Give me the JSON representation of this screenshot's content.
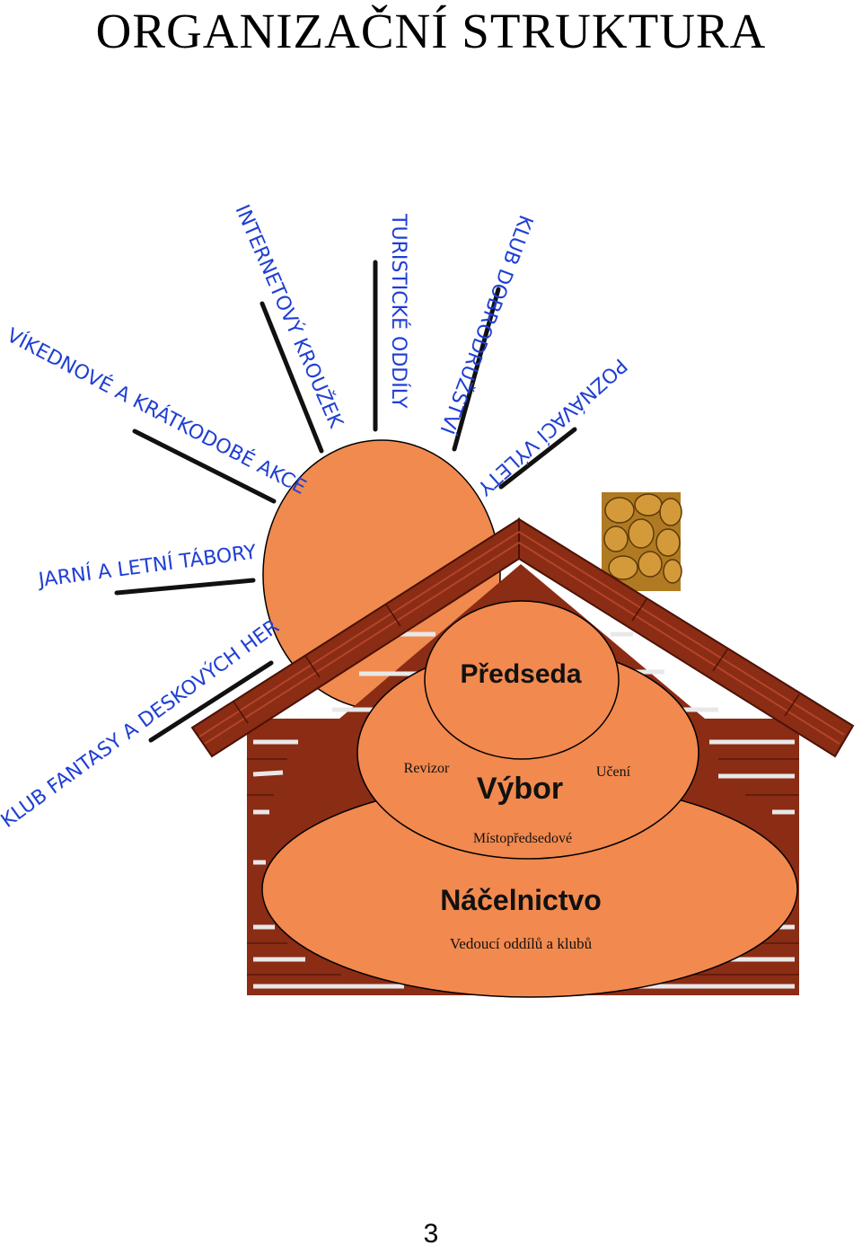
{
  "title": "ORGANIZAČNÍ STRUKTURA",
  "page_number": "3",
  "colors": {
    "sun_fill": "#f08a4f",
    "oval_fill": "#f2894e",
    "wood": "#8b2c14",
    "wood_light": "#b4442a",
    "ray_text": "#1f3fd4",
    "stone": "#c98a2c"
  },
  "rays": [
    "INTERNETOVÝ KROUŽEK",
    "TURISTICKÉ ODDÍLY",
    "KLUB DOBRODRUŽSTVÍ",
    "POZNÁVACÍ VÝLETY",
    "VÍKEDNOVÉ A KRÁTKODOBÉ AKCE",
    "JARNÍ A LETNÍ TÁBORY",
    "KLUB FANTASY A DESKOVÝCH HER"
  ],
  "org": {
    "top_label": "Předseda",
    "middle_label": "Výbor",
    "middle_left": "Revizor",
    "middle_right": "Učení",
    "middle_sub": "Místopředsedové",
    "bottom_label": "Náčelnictvo",
    "bottom_sub": "Vedoucí oddílů a klubů"
  }
}
